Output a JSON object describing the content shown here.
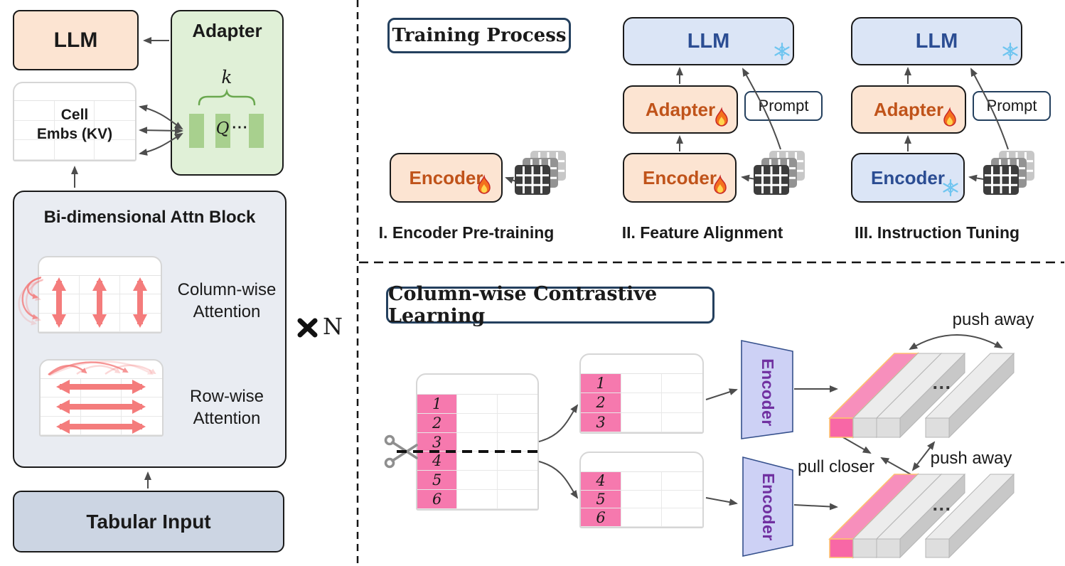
{
  "colors": {
    "peach": "#fce4d2",
    "green": "#e0f0d7",
    "green-bar": "#a8d08e",
    "blue": "#dbe5f6",
    "blue-text": "#2b4d93",
    "orange-text": "#c0531a",
    "purple-text": "#7030a0",
    "pink": "#f679ae",
    "salmon": "#f47c7c",
    "navy": "#24405e",
    "block-bg": "#e9ecf2",
    "input-bg": "#ccd5e3",
    "arrow": "#4d4d4d"
  },
  "left_panel": {
    "llm": "LLM",
    "adapter": "Adapter",
    "k": "k",
    "q": "Q",
    "q_dots": "···",
    "cell_embs_line1": "Cell",
    "cell_embs_line2": "Embs (KV)",
    "attn_block_title": "Bi-dimensional Attn Block",
    "column_attention_line1": "Column-wise",
    "column_attention_line2": "Attention",
    "row_attention_line1": "Row-wise",
    "row_attention_line2": "Attention",
    "repeat_n": "N",
    "tabular_input": "Tabular Input"
  },
  "training": {
    "title": "Training Process",
    "stage1": {
      "encoder": "Encoder",
      "label": "I. Encoder Pre-training"
    },
    "stage2": {
      "llm": "LLM",
      "adapter": "Adapter",
      "prompt": "Prompt",
      "encoder": "Encoder",
      "label": "II. Feature Alignment"
    },
    "stage3": {
      "llm": "LLM",
      "adapter": "Adapter",
      "prompt": "Prompt",
      "encoder": "Encoder",
      "label": "III. Instruction Tuning"
    }
  },
  "contrastive": {
    "title": "Column-wise Contrastive Learning",
    "rows": [
      "1",
      "2",
      "3",
      "4",
      "5",
      "6"
    ],
    "top_rows": [
      "1",
      "2",
      "3"
    ],
    "bottom_rows": [
      "4",
      "5",
      "6"
    ],
    "encoder_top": "Encoder",
    "encoder_bottom": "Encoder",
    "push_away_top": "push away",
    "push_away_bottom": "push away",
    "pull_closer": "pull closer",
    "dots_top": "···",
    "dots_bottom": "···"
  }
}
